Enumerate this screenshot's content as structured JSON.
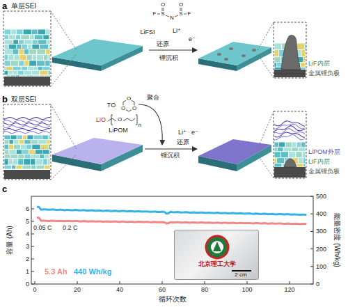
{
  "diagram": {
    "nodes": [
      {
        "text": [
          "北京理工大学"
        ]
      }
    ],
    "labels": [
      "a",
      "单层SEI",
      "F",
      "S",
      "N",
      "S",
      "F",
      "O",
      "O",
      "LiFSI",
      "Li⁺",
      "e⁻",
      "还原",
      "锂沉积",
      "LiF内层",
      "金属锂负极",
      "b",
      "双层SEI",
      "O",
      "O",
      "O",
      "TO",
      "聚合",
      "LiO",
      "O",
      "n",
      "LiPOM",
      "Li⁺",
      "e⁻",
      "还原",
      "锂沉积",
      "LiPOM外层",
      "LiF内层",
      "金属锂负极",
      "c",
      "0",
      "1",
      "2",
      "3",
      "4",
      "5",
      "6",
      "0",
      "100",
      "200",
      "300",
      "400",
      "500",
      "0",
      "20",
      "40",
      "60",
      "80",
      "100",
      "120",
      "容量 (Ah)",
      "能量密度 (Wh/kg)",
      "循环次数",
      "0.05 C",
      "0.2 C",
      "5.3 Ah",
      "440 Wh/kg",
      "2 cm"
    ]
  }
}
